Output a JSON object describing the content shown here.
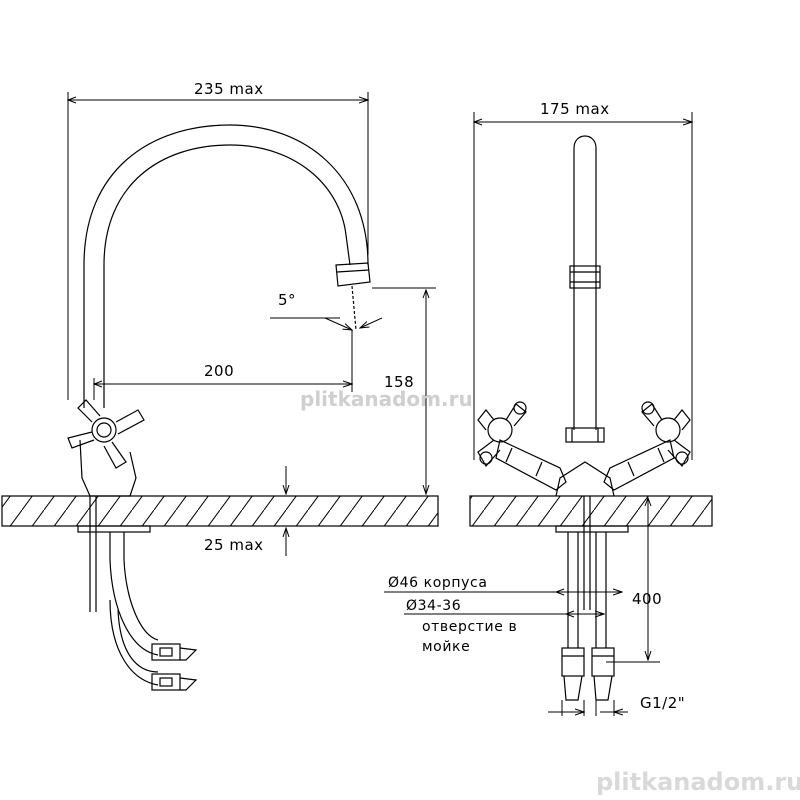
{
  "dimensions": {
    "width_max_left": "235 max",
    "width_max_right": "175 max",
    "spout_reach": "200",
    "spout_height": "158",
    "spout_angle": "5°",
    "deck_thickness": "25 max",
    "hose_length": "400",
    "body_diameter": "Ø46 корпуса",
    "hole_diameter": "Ø34-36",
    "hole_note_line1": "отверстие в",
    "hole_note_line2": "мойке",
    "thread": "G1/2\""
  },
  "watermark": {
    "center": "plitkanadom.ru",
    "corner": "plitkanadom.ru"
  }
}
